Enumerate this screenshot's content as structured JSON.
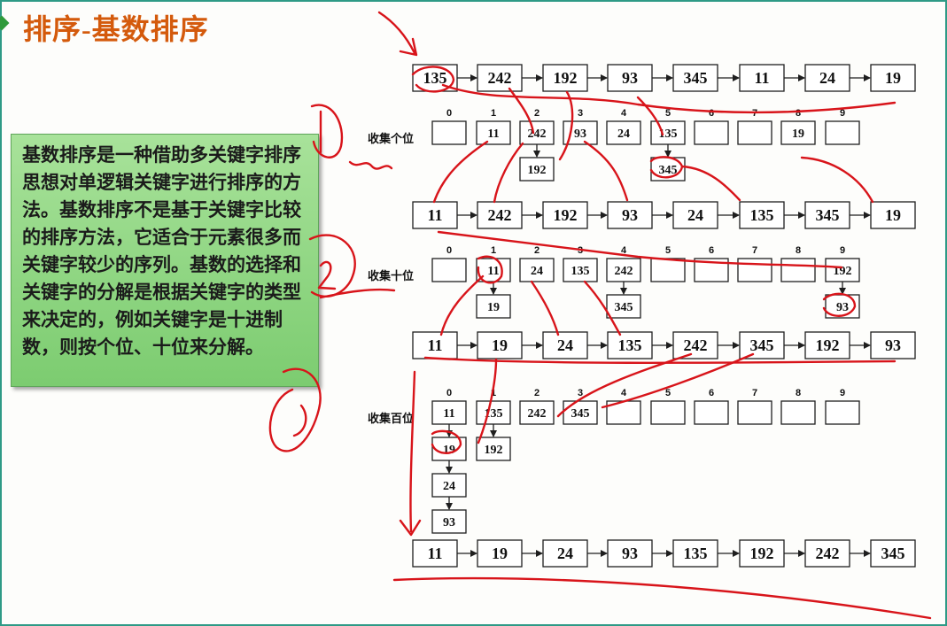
{
  "title": "排序-基数排序",
  "description": "基数排序是一种借助多关键字排序思想对单逻辑关键字进行排序的方法。基数排序不是基于关键字比较的排序方法，它适合于元素很多而关键字较少的序列。基数的选择和关键字的分解是根据关键字的类型来决定的，例如关键字是十进制数，则按个位、十位来分解。",
  "bucket_indices": [
    "0",
    "1",
    "2",
    "3",
    "4",
    "5",
    "6",
    "7",
    "8",
    "9"
  ],
  "rows": [
    [
      "135",
      "242",
      "192",
      "93",
      "345",
      "11",
      "24",
      "19"
    ],
    [
      "11",
      "242",
      "192",
      "93",
      "24",
      "135",
      "345",
      "19"
    ],
    [
      "11",
      "19",
      "24",
      "135",
      "242",
      "345",
      "192",
      "93"
    ],
    [
      "11",
      "19",
      "24",
      "93",
      "135",
      "192",
      "242",
      "345"
    ]
  ],
  "passes": [
    {
      "label": "收集个位",
      "buckets": [
        [],
        [
          "11"
        ],
        [
          "242",
          "192"
        ],
        [
          "93"
        ],
        [
          "24"
        ],
        [
          "135",
          "345"
        ],
        [],
        [],
        [
          "19"
        ],
        []
      ]
    },
    {
      "label": "收集十位",
      "buckets": [
        [],
        [
          "11",
          "19"
        ],
        [
          "24"
        ],
        [
          "135"
        ],
        [
          "242",
          "345"
        ],
        [],
        [],
        [],
        [],
        [
          "192",
          "93"
        ]
      ]
    },
    {
      "label": "收集百位",
      "buckets": [
        [
          "11",
          "19",
          "24",
          "93"
        ],
        [
          "135",
          "192"
        ],
        [
          "242"
        ],
        [
          "345"
        ],
        [],
        [],
        [],
        [],
        [],
        []
      ]
    }
  ],
  "colors": {
    "title": "#d45a0c",
    "frame": "#2e9a86",
    "note_box": "#8fd682",
    "annotation": "#d8141a"
  }
}
